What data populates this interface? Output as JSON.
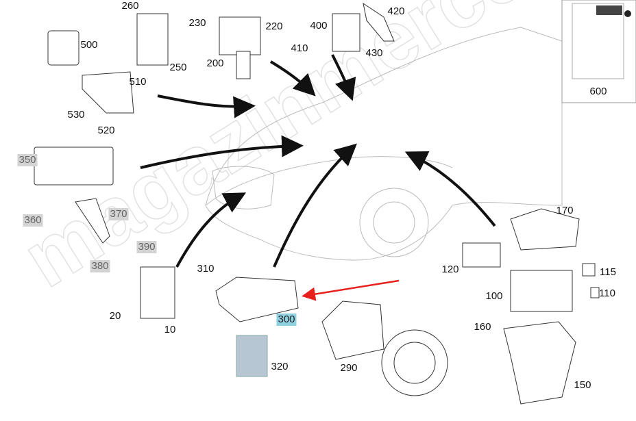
{
  "diagram": {
    "watermark": "magazinmercedes.ru",
    "highlight_colors": {
      "selected": "#8ecfe0",
      "unavailable": "#d3d3d3",
      "pointer_arrow": "#e8201c"
    },
    "callouts": [
      {
        "id": "260",
        "state": "normal"
      },
      {
        "id": "230",
        "state": "normal"
      },
      {
        "id": "220",
        "state": "normal"
      },
      {
        "id": "420",
        "state": "normal"
      },
      {
        "id": "500",
        "state": "normal"
      },
      {
        "id": "250",
        "state": "normal"
      },
      {
        "id": "200",
        "state": "normal"
      },
      {
        "id": "400",
        "state": "normal"
      },
      {
        "id": "410",
        "state": "normal"
      },
      {
        "id": "430",
        "state": "normal"
      },
      {
        "id": "510",
        "state": "normal"
      },
      {
        "id": "530",
        "state": "normal"
      },
      {
        "id": "520",
        "state": "normal"
      },
      {
        "id": "600",
        "state": "normal"
      },
      {
        "id": "350",
        "state": "unavailable"
      },
      {
        "id": "370",
        "state": "unavailable"
      },
      {
        "id": "360",
        "state": "unavailable"
      },
      {
        "id": "390",
        "state": "unavailable"
      },
      {
        "id": "380",
        "state": "unavailable"
      },
      {
        "id": "310",
        "state": "normal"
      },
      {
        "id": "170",
        "state": "normal"
      },
      {
        "id": "120",
        "state": "normal"
      },
      {
        "id": "115",
        "state": "normal"
      },
      {
        "id": "100",
        "state": "normal"
      },
      {
        "id": "110",
        "state": "normal"
      },
      {
        "id": "20",
        "state": "normal"
      },
      {
        "id": "10",
        "state": "normal"
      },
      {
        "id": "300",
        "state": "selected"
      },
      {
        "id": "160",
        "state": "normal"
      },
      {
        "id": "290",
        "state": "normal"
      },
      {
        "id": "320",
        "state": "normal"
      },
      {
        "id": "150",
        "state": "normal"
      }
    ]
  }
}
